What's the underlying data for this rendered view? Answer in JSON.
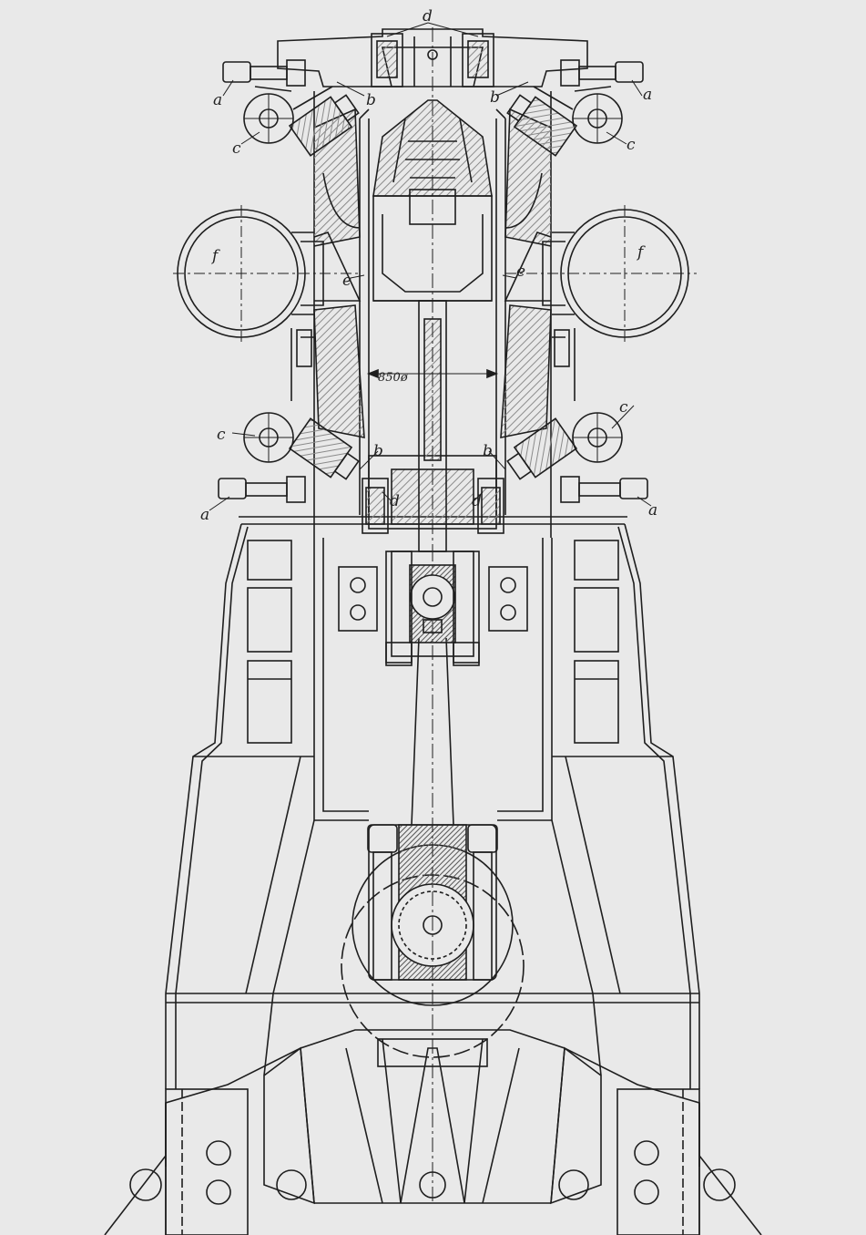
{
  "diagram": {
    "background": "#e9e9e9",
    "line_color": "#1e1e1e",
    "hatch_color": "#8a8a8a",
    "dimension": "850ø",
    "labels": {
      "a_tl": "a",
      "a_tr": "a",
      "a_bl": "a",
      "a_br": "a",
      "b_tl": "b",
      "b_tr": "b",
      "b_bl": "b",
      "b_br": "b",
      "c_tl": "c",
      "c_tr": "c",
      "c_bl": "c",
      "c_br": "c",
      "d_top": "d",
      "d_bl": "d",
      "d_br": "d",
      "e_l": "e",
      "e_r": "e",
      "f_l": "f",
      "f_r": "f"
    }
  }
}
